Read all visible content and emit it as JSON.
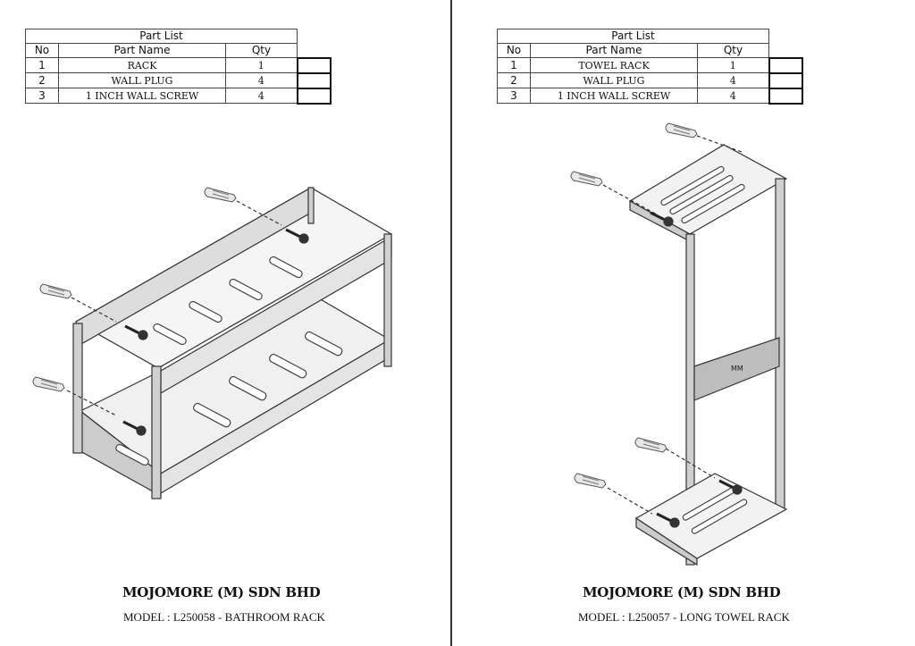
{
  "left": {
    "part_list": {
      "title": "Part List",
      "headers": [
        "No",
        "Part Name",
        "Qty"
      ],
      "rows": [
        {
          "no": "1",
          "name": "RACK",
          "qty": "1"
        },
        {
          "no": "2",
          "name": "WALL PLUG",
          "qty": "4"
        },
        {
          "no": "3",
          "name": "1 INCH WALL SCREW",
          "qty": "4"
        }
      ]
    },
    "company": "MOJOMORE (M) SDN BHD",
    "model": "MODEL : L250058 - BATHROOM RACK"
  },
  "right": {
    "part_list": {
      "title": "Part List",
      "headers": [
        "No",
        "Part Name",
        "Qty"
      ],
      "rows": [
        {
          "no": "1",
          "name": "TOWEL RACK",
          "qty": "1"
        },
        {
          "no": "2",
          "name": "WALL PLUG",
          "qty": "4"
        },
        {
          "no": "3",
          "name": "1 INCH WALL SCREW",
          "qty": "4"
        }
      ]
    },
    "company": "MOJOMORE (M) SDN BHD",
    "model": "MODEL : L250057 - LONG TOWEL RACK"
  }
}
